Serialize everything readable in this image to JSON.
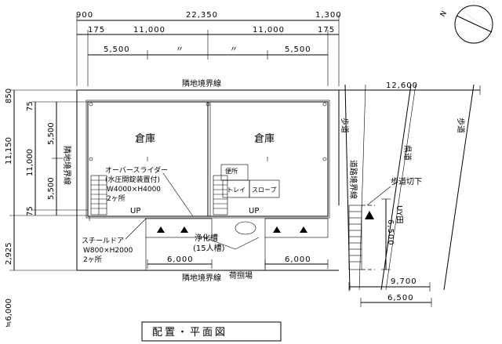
{
  "dims": {
    "top_left": "900",
    "top_total": "22,350",
    "top_right": "1,300",
    "second_left": "175",
    "second_mid1": "11,000",
    "second_mid2": "11,000",
    "second_right": "175",
    "third_left": "5,500",
    "third_ditto1": "〃",
    "third_ditto2": "〃",
    "third_right": "5,500",
    "left_top": "850",
    "left_total": "11,150",
    "left_75a": "75",
    "left_11000": "11,000",
    "left_5500a": "5,500",
    "left_5500b": "5,500",
    "left_75b": "75",
    "left_2925": "2,925",
    "left_6000": "≒6,000",
    "road_width": "12,600",
    "driveway_bottom": "9,700",
    "driveway_lower": "6,500",
    "cut_width": "6,500",
    "parking_left": "6,000",
    "parking_right": "6,000"
  },
  "labels": {
    "boundary_top": "隣地境界線",
    "boundary_bottom": "隣地境界線",
    "boundary_left": "隣地境界線",
    "road_boundary": "道路境界線",
    "warehouse_left": "倉庫",
    "warehouse_right": "倉庫",
    "shutter_1": "オーバースライダー",
    "shutter_2": "(水圧開錠装置付)",
    "shutter_3": "W4000×H4000",
    "shutter_4": "2ヶ所",
    "steel_door_1": "スチールドア",
    "steel_door_2": "W800×H2000",
    "steel_door_3": "2ヶ所",
    "up_left": "UP",
    "up_right": "UP",
    "restroom": "便所",
    "toilet": "トレイ",
    "slope": "スロープ",
    "septic_1": "浄化槽",
    "septic_2": "(15人槽)",
    "unloading": "荷捌場",
    "sidewalk_1": "歩道",
    "sidewalk_2": "歩道",
    "prefectural_road": "県道",
    "sidewalk_cut": "歩道切下",
    "yy_label": "UY田",
    "title": "配置・平面図"
  }
}
